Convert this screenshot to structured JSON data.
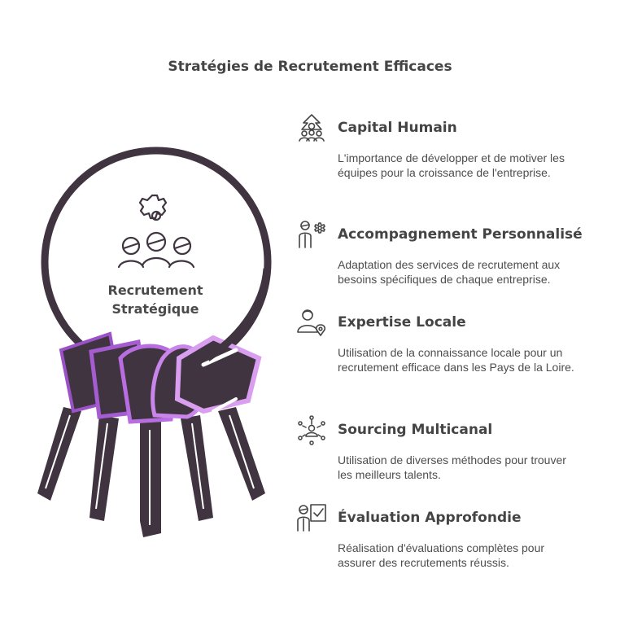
{
  "title": "Stratégies de Recrutement Efficaces",
  "center": {
    "line1": "Recrutement",
    "line2": "Stratégique"
  },
  "colors": {
    "dark": "#3f3440",
    "purple": "#9b51c8",
    "light_purple": "#d99ef0",
    "ring": "#3f3440"
  },
  "items": [
    {
      "icon": "team-growth-icon",
      "title": "Capital Humain",
      "description": "L'importance de développer et de motiver les équipes pour la croissance de l'entreprise."
    },
    {
      "icon": "person-gear-icon",
      "title": "Accompagnement Personnalisé",
      "description": "Adaptation des services de recrutement aux besoins spécifiques de chaque entreprise."
    },
    {
      "icon": "person-location-icon",
      "title": "Expertise Locale",
      "description": "Utilisation de la connaissance locale pour un recrutement efficace dans les Pays de la Loire."
    },
    {
      "icon": "network-people-icon",
      "title": "Sourcing Multicanal",
      "description": "Utilisation de diverses méthodes pour trouver les meilleurs talents."
    },
    {
      "icon": "evaluation-checklist-icon",
      "title": "Évaluation Approfondie",
      "description": "Réalisation d'évaluations complètes pour assurer des recrutements réussis."
    }
  ]
}
